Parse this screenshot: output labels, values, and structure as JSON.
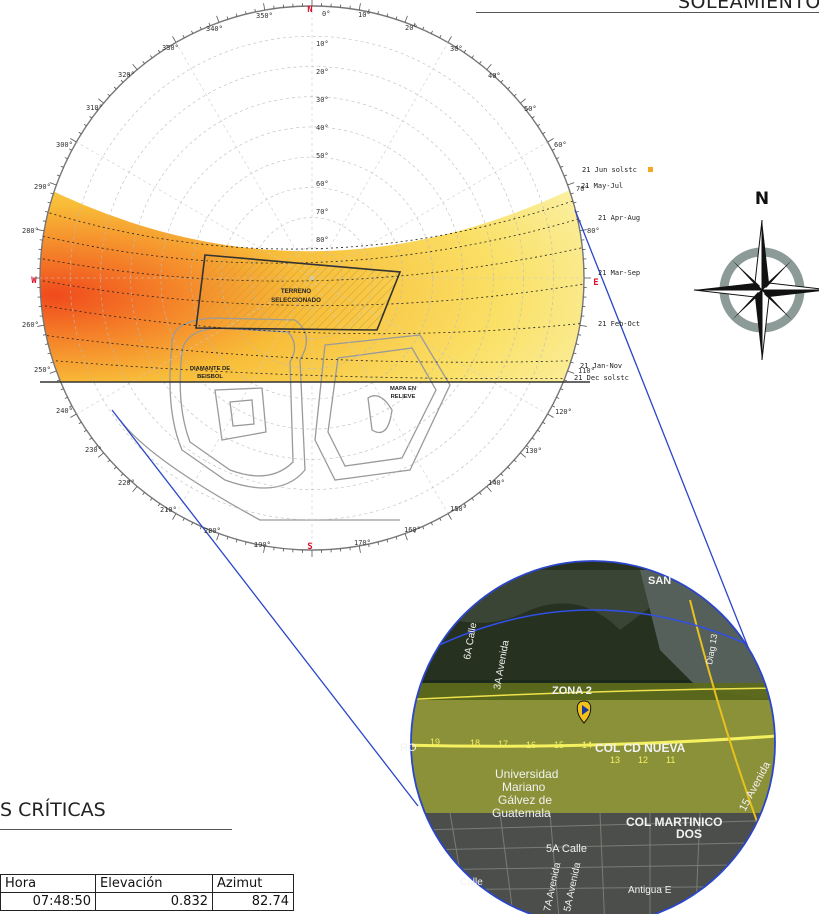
{
  "header": {
    "title": "SOLEAMIENTO"
  },
  "sunpath": {
    "compass_labels": {
      "north": "N",
      "south": "S",
      "east": "E",
      "west": "W"
    },
    "azimuth_labels": [
      "0°",
      "10°",
      "20°",
      "30°",
      "40°",
      "50°",
      "60°",
      "70°",
      "80°",
      "110°",
      "120°",
      "130°",
      "140°",
      "150°",
      "160°",
      "170°",
      "190°",
      "200°",
      "210°",
      "220°",
      "230°",
      "240°",
      "250°",
      "260°",
      "280°",
      "290°",
      "300°",
      "310°",
      "320°",
      "330°",
      "340°",
      "350°"
    ],
    "altitude_labels": [
      "10°",
      "20°",
      "30°",
      "40°",
      "50°",
      "60°",
      "70°",
      "80°"
    ],
    "date_labels": [
      "21 Jun  solstc",
      "21 May-Jul",
      "21 Apr-Aug",
      "21 Mar-Sep",
      "21 Feb-Oct",
      "21 Jan-Nov",
      "21 Dec  solstc"
    ],
    "site_labels": {
      "terreno": [
        "TERRENO",
        "SELECCIONADO"
      ],
      "diamante": [
        "DIAMANTE DE",
        "BEISBOL"
      ],
      "mapa": [
        "MAPA EN",
        "RELIEVE"
      ]
    }
  },
  "compass_rose": {
    "label": "N"
  },
  "map": {
    "labels": {
      "zona": "ZONA 2",
      "col_nueva": "COL CD NUEVA",
      "universidad": [
        "Universidad",
        "Mariano",
        "Gálvez de",
        "Guatemala"
      ],
      "col_martinico": [
        "COL MARTINICO",
        "DOS"
      ],
      "calle_5a": "5A Calle",
      "calle_6a": "6A Calle",
      "avenida_3a": "3A Avenida",
      "avenida_15": "15 Avenida",
      "antigua": "Antigua E",
      "calle": "Calle",
      "san": "SAN",
      "diag": "Diag 13",
      "avenida_7a": "7A Avenida",
      "avenida_5a": "5A Avenida",
      "hours_left": "19",
      "hours": [
        "18",
        "17",
        "16",
        "15",
        "14",
        "13",
        "12",
        "11"
      ],
      "ro": "RO"
    }
  },
  "section": {
    "title": "S CRÍTICAS"
  },
  "table": {
    "headers": [
      "Hora",
      "Elevación",
      "Azimut"
    ],
    "rows": [
      [
        "07:48:50",
        "0.832",
        "82.74"
      ]
    ]
  },
  "colors": {
    "accent_red": "#d8102a",
    "projection_line": "#2b46c8",
    "sun_band_hot": "#f05a1e",
    "sun_band_cool": "#fbf0a0",
    "map_highlight": "#e8e070"
  }
}
